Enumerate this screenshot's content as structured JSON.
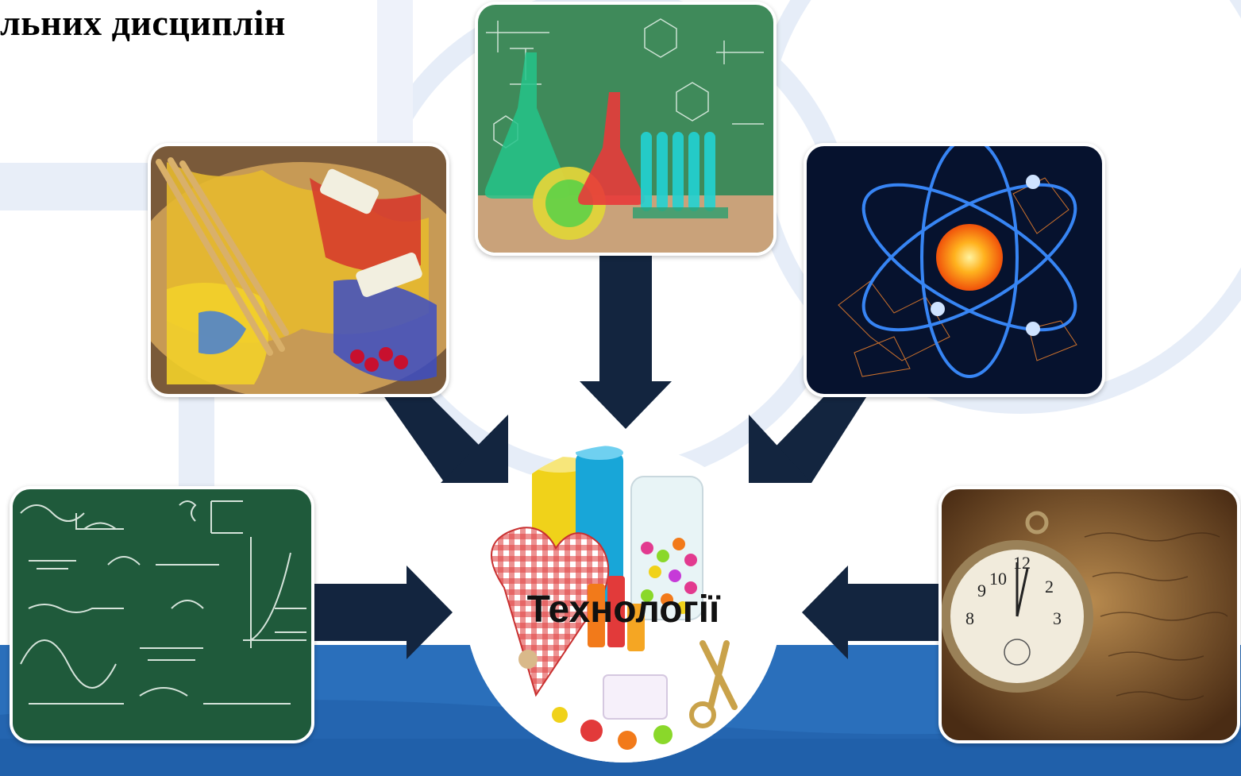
{
  "slide": {
    "title_fragment": "льних дисциплін",
    "center_label": "Технології"
  },
  "colors": {
    "arrow": "#13253f",
    "band_blue": "#2a6fbb",
    "band_dark": "#1d5aa3",
    "deco_light_blue": "#e3ebf7"
  },
  "tiles": [
    {
      "name": "chemistry",
      "icon": "lab-glassware"
    },
    {
      "name": "art",
      "icon": "paint-palette"
    },
    {
      "name": "physics",
      "icon": "atom"
    },
    {
      "name": "mathematics",
      "icon": "chalkboard-formulas"
    },
    {
      "name": "history",
      "icon": "pocket-watch"
    },
    {
      "name": "technology",
      "icon": "sewing-supplies"
    }
  ]
}
